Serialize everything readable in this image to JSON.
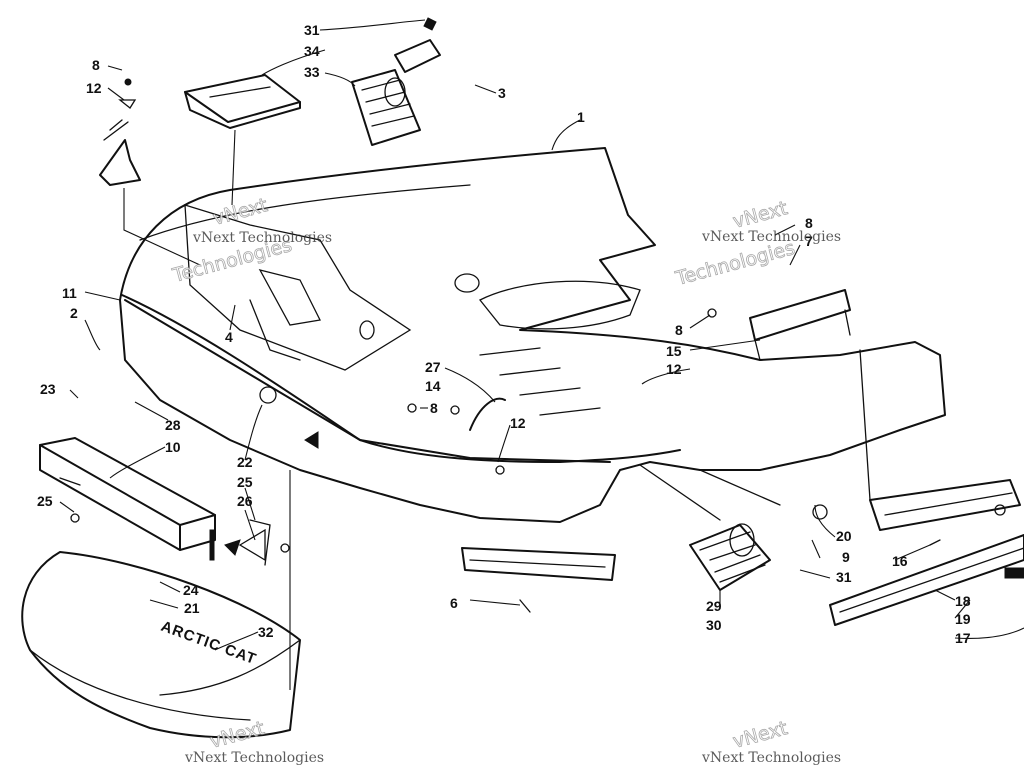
{
  "callouts": [
    {
      "n": "1"
    },
    {
      "n": "2"
    },
    {
      "n": "3"
    },
    {
      "n": "4"
    },
    {
      "n": "6"
    },
    {
      "n": "8"
    },
    {
      "n": "12"
    },
    {
      "n": "8"
    },
    {
      "n": "7"
    },
    {
      "n": "8"
    },
    {
      "n": "15"
    },
    {
      "n": "12"
    },
    {
      "n": "8"
    },
    {
      "n": "27"
    },
    {
      "n": "14"
    },
    {
      "n": "12"
    },
    {
      "n": "9"
    },
    {
      "n": "10"
    },
    {
      "n": "11"
    },
    {
      "n": "16"
    },
    {
      "n": "17"
    },
    {
      "n": "18"
    },
    {
      "n": "19"
    },
    {
      "n": "20"
    },
    {
      "n": "21"
    },
    {
      "n": "22"
    },
    {
      "n": "23"
    },
    {
      "n": "24"
    },
    {
      "n": "25"
    },
    {
      "n": "25"
    },
    {
      "n": "26"
    },
    {
      "n": "28"
    },
    {
      "n": "29"
    },
    {
      "n": "30"
    },
    {
      "n": "31"
    },
    {
      "n": "31"
    },
    {
      "n": "32"
    },
    {
      "n": "33"
    },
    {
      "n": "34"
    }
  ],
  "watermark": {
    "brand_line1": "vNext",
    "brand_line2": "Technologies",
    "brand_full": "vNext Technologies"
  },
  "logo_text": "ARCTIC CAT",
  "colors": {
    "ink": "#111111",
    "paper": "#ffffff",
    "watermark": "#9a9a9a"
  }
}
